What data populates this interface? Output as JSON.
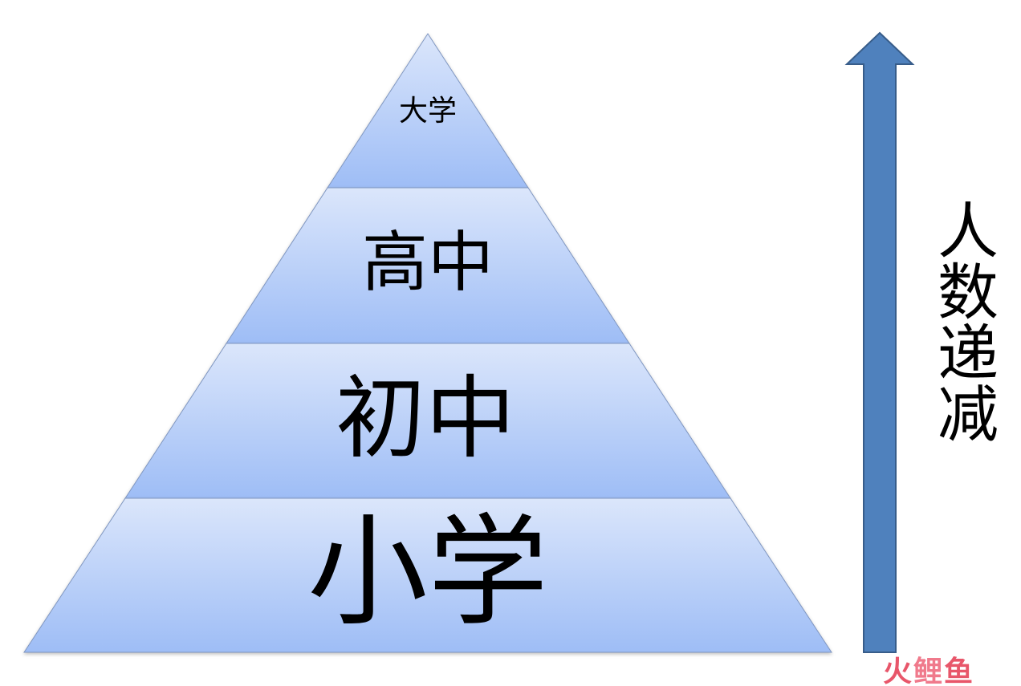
{
  "pyramid": {
    "tiers": [
      {
        "label": "大学"
      },
      {
        "label": "高中"
      },
      {
        "label": "初中"
      },
      {
        "label": "小学"
      }
    ],
    "fill_top": "#dbe6fb",
    "fill_bottom": "#9ebdf6",
    "stroke": "#7f96c0"
  },
  "arrow": {
    "label": "人数递减",
    "color": "#4f81bd",
    "stroke": "#385d8a"
  },
  "watermark": {
    "part1": "火",
    "part2": "鲤",
    "part3": "鱼"
  }
}
